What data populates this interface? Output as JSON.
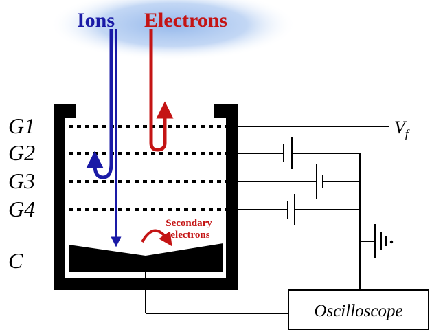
{
  "title_ions": "Ions",
  "title_electrons": "Electrons",
  "grids": [
    {
      "label": "G1"
    },
    {
      "label": "G2"
    },
    {
      "label": "G3"
    },
    {
      "label": "G4"
    }
  ],
  "collector_label": "C",
  "vf_label": "V",
  "vf_subscript": "f",
  "secondary_line1": "Secondary",
  "secondary_line2": "electrons",
  "oscilloscope_label": "Oscilloscope",
  "colors": {
    "ions": "#1a1aa6",
    "electrons": "#c41414",
    "plasma_glow": "#8fb4ea",
    "ink": "#000000"
  },
  "icons": [
    "battery-icon",
    "ground-icon"
  ]
}
